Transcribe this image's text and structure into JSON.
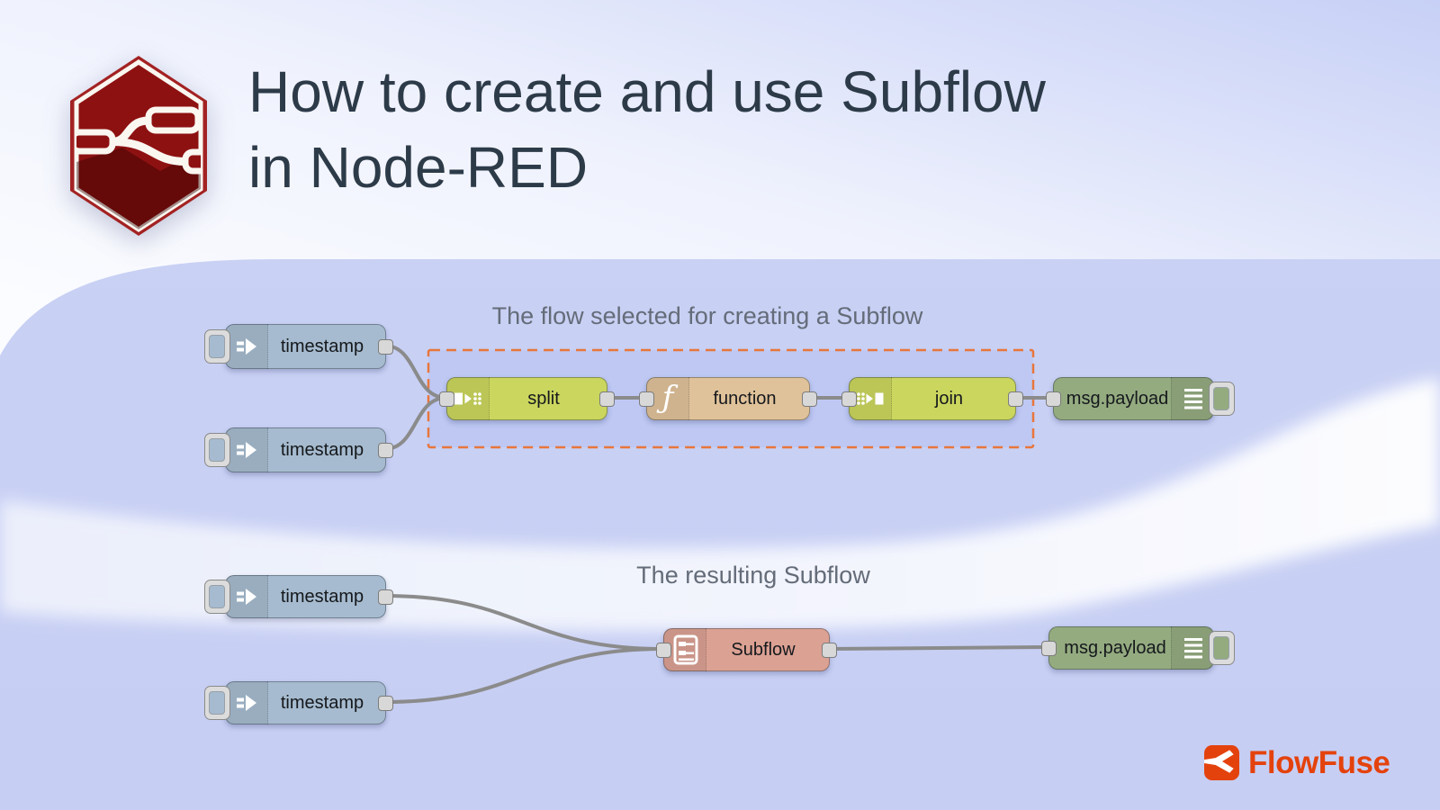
{
  "header": {
    "title_line1": "How to create and use Subflow",
    "title_line2": "in Node-RED"
  },
  "flow1": {
    "caption": "The flow selected for creating a Subflow",
    "inject_a": "timestamp",
    "inject_b": "timestamp",
    "split": "split",
    "function": "function",
    "join": "join",
    "debug": "msg.payload"
  },
  "flow2": {
    "caption": "The resulting Subflow",
    "inject_c": "timestamp",
    "inject_d": "timestamp",
    "subflow": "Subflow",
    "debug": "msg.payload"
  },
  "footer": {
    "brand": "FlowFuse"
  },
  "glyphs": {
    "function": "ƒ"
  },
  "icons": {
    "logo": "node-red-hexagon-logo",
    "inject": "inject-arrow-icon",
    "split": "split-icon",
    "function": "function-f-icon",
    "join": "join-icon",
    "debug": "debug-lines-icon",
    "subflow": "subflow-box-icon",
    "brand": "flowfuse-fork-icon"
  },
  "colors": {
    "background": "#CCD4F6",
    "band": "#C8D0F4",
    "title_text": "#2D3B49",
    "caption_text": "#646C79",
    "selection_dash": "#E8763C",
    "wire": "#8B8B8B",
    "node_inject": "#A6BBCF",
    "node_split_join": "#CBD65E",
    "node_function": "#E0C29A",
    "node_debug": "#94AB80",
    "node_subflow": "#DBA193",
    "logo_red": "#8E1111",
    "logo_ring_red": "#A32222",
    "brand_orange": "#E4420D"
  }
}
